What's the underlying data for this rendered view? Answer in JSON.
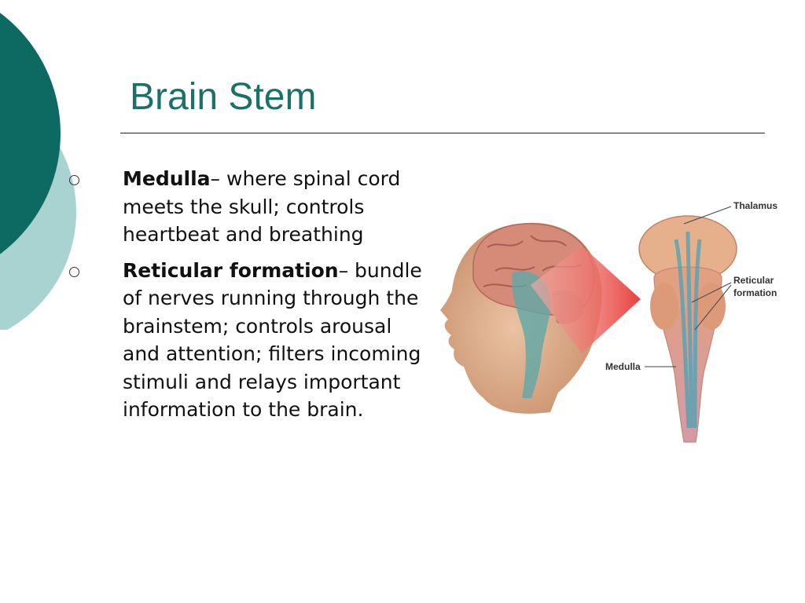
{
  "slide": {
    "title": "Brain Stem",
    "colors": {
      "title": "#1b7168",
      "dark_teal": "#0d6a63",
      "light_teal": "#a9d3d1"
    }
  },
  "bullets": [
    {
      "term": "Medulla",
      "text": "– where spinal cord meets the skull; controls heartbeat and breathing"
    },
    {
      "term": "Reticular formation",
      "text": "– bundle of nerves running through the brainstem; controls arousal and attention; filters incoming stimuli and relays important information to the brain."
    }
  ],
  "figure": {
    "labels": {
      "thalamus": "Thalamus",
      "reticular_line1": "Reticular",
      "reticular_line2": "formation",
      "medulla": "Medulla"
    }
  }
}
